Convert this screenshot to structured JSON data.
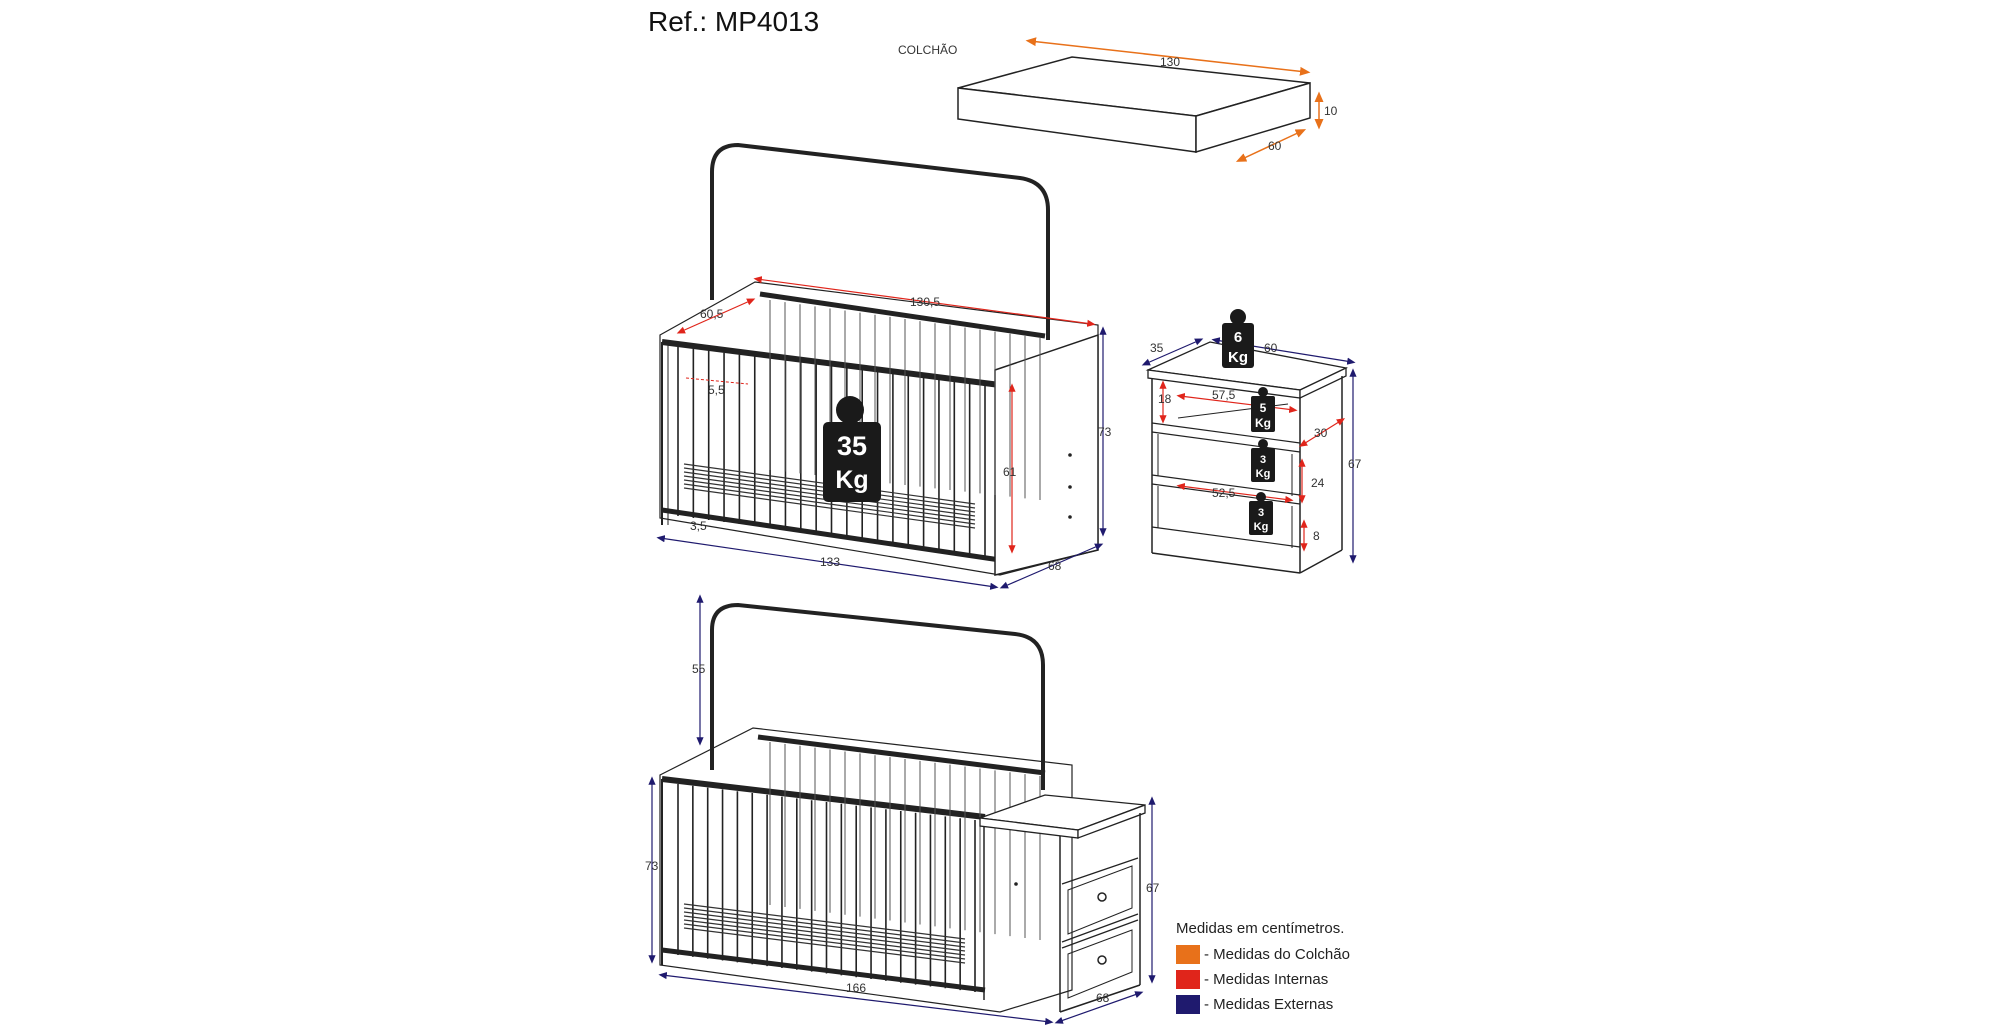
{
  "reference": "Ref.: MP4013",
  "mattress": {
    "label": "COLCHÃO",
    "length": "130",
    "height": "10",
    "depth": "60"
  },
  "crib": {
    "inner_length": "130,5",
    "inner_depth": "60,5",
    "slat_gap": "5,5",
    "base_gap": "3,5",
    "inner_height": "61",
    "outer_height": "73",
    "outer_length": "133",
    "outer_depth": "68",
    "load_weight": "35",
    "load_unit": "Kg"
  },
  "dresser": {
    "depth": "35",
    "width": "60",
    "top_load": "6",
    "niche_height": "18",
    "niche_width": "57,5",
    "niche_load": "5",
    "niche_depth": "30",
    "drawer_width": "52,5",
    "drawer1_height": "24",
    "drawer1_load": "3",
    "drawer2_height": "8",
    "drawer2_load": "3",
    "outer_height": "67",
    "unit": "Kg"
  },
  "combo": {
    "headboard_height": "55",
    "crib_height": "73",
    "dresser_height": "67",
    "total_length": "166",
    "depth": "68"
  },
  "legend": {
    "title": "Medidas em centímetros.",
    "items": [
      {
        "label": "- Medidas do Colchão",
        "color": "#e8711a"
      },
      {
        "label": "- Medidas Internas",
        "color": "#e0251b"
      },
      {
        "label": "- Medidas Externas",
        "color": "#1f1a6e"
      }
    ]
  },
  "colors": {
    "mattress": "#e8711a",
    "internal": "#e0251b",
    "external": "#1f1a6e"
  }
}
